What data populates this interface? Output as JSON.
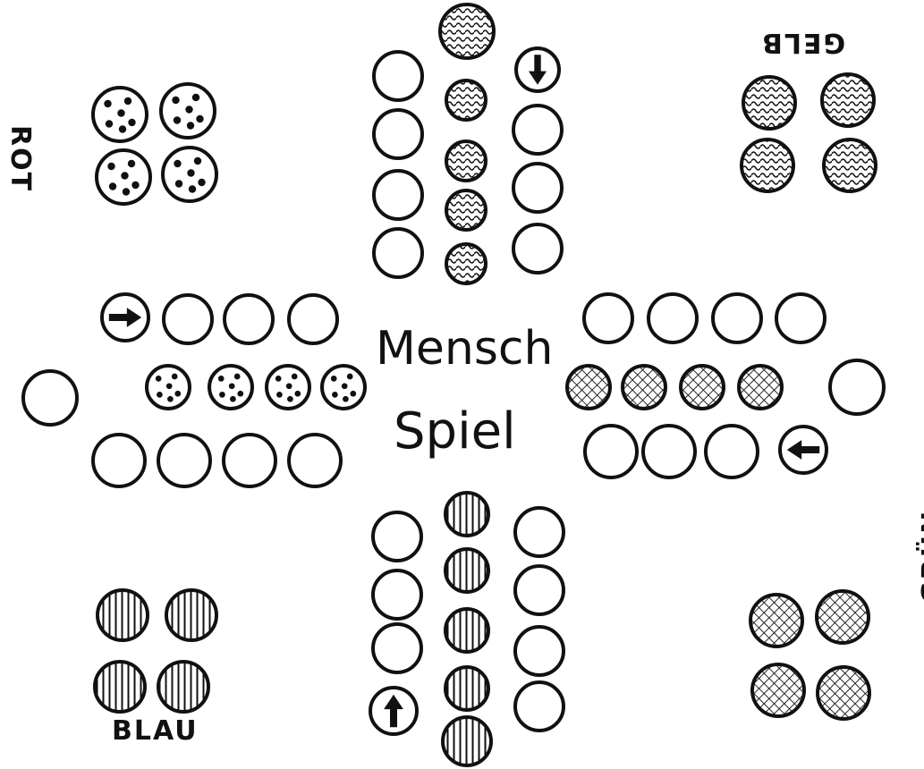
{
  "title": {
    "line1": "Mensch",
    "line2": "Spiel"
  },
  "players": {
    "red": {
      "label": "ROT",
      "pattern": "dots"
    },
    "yellow": {
      "label": "GELB",
      "pattern": "waves"
    },
    "blue": {
      "label": "BLAU",
      "pattern": "stripes"
    },
    "green": {
      "label": "GRÜN",
      "pattern": "crosshatch"
    }
  },
  "colors": {
    "ink": "#111111",
    "paper": "#ffffff"
  },
  "start_arrows": {
    "red": "right",
    "yellow": "down",
    "green": "left",
    "blue": "up"
  }
}
